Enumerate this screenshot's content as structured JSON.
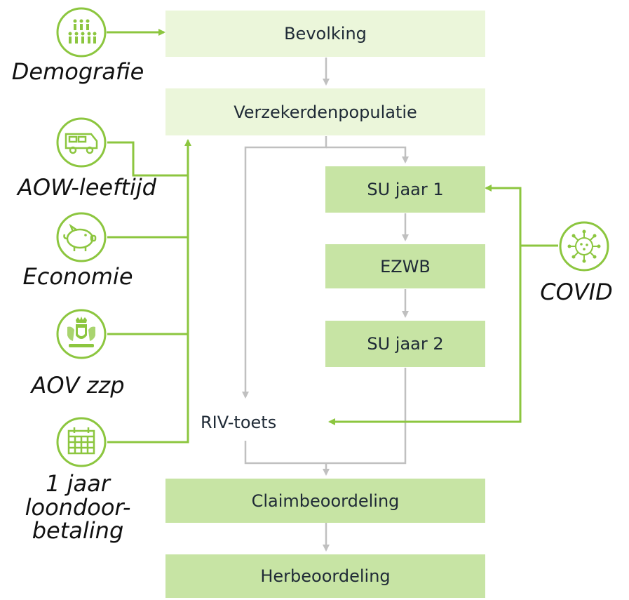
{
  "boxes": {
    "bevolking": "Bevolking",
    "verzekerden": "Verzekerdenpopulatie",
    "su1": "SU jaar 1",
    "ezwb": "EZWB",
    "su2": "SU jaar 2",
    "riv": "RIV-toets",
    "claim": "Claimbeoordeling",
    "herbeoordeling": "Herbeoordeling"
  },
  "factors": {
    "demografie": "Demografie",
    "aow": "AOW-leeftijd",
    "economie": "Economie",
    "aov": "AOV zzp",
    "loon1": "1 jaar",
    "loon2": "loondoor-",
    "loon3": "betaling",
    "covid": "COVID"
  },
  "icons": {
    "demografie": "people-group-icon",
    "aow": "camper-icon",
    "economie": "piggy-bank-icon",
    "aov": "royal-coat-of-arms-icon",
    "loondoorbetaling": "calendar-icon",
    "covid": "virus-icon"
  },
  "colors": {
    "accent": "#8cc63f",
    "box_light": "#ebf6da",
    "box_mid": "#c7e4a4",
    "connector": "#c0c0c0"
  }
}
